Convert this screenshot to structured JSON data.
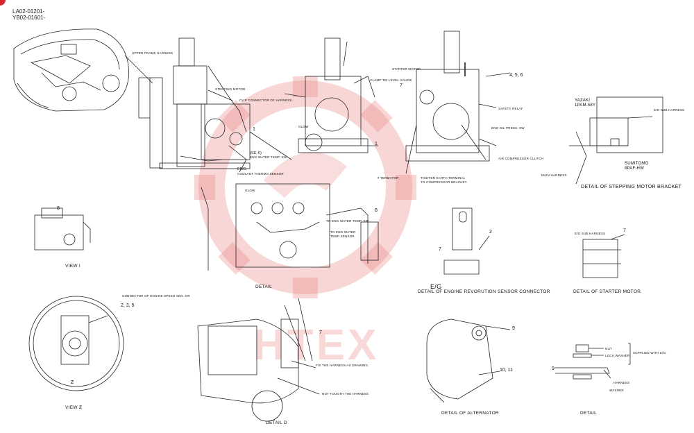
{
  "doc_codes": [
    "LA02-01201-",
    "YB02-01601-"
  ],
  "watermark": {
    "text": "HTEX",
    "color": "#e03a3a"
  },
  "labels": {
    "upper_frame_harness": "UPPER FRAME HARNESS",
    "stepping_motor": "STEPPING MOTOR",
    "clip_connector": "CLIP CONNECTOR OF HARNESS.",
    "glow_top": "GLOW",
    "se6": "(SE-6)",
    "eng_water_temp_sw": "ENG WATER TEMP. SW",
    "eng": "ENG.",
    "coolant_thermo_sensor": "COOLANT THERMO SENSOR",
    "starter_motor": "STARTER MOTOR",
    "clamp_level_gauge": "CLAMP 'RE LEVEL GAUGE",
    "safety_relay": "SAFETY RELAY",
    "eng_oil_press_sw": "ENG OIL PRESS. SW",
    "air_compressor_clutch": "AIR COMPRESSOR CLUTCH",
    "terminator": "# TERMATOR",
    "tighten_earth": "TIGHTEN EARTH TERMINAL\nTO COMPRESSOR BRACKET.",
    "yazaki": "YAZAKI\n1PAM-58Y",
    "eg_sub_harness_right": "E/G SUB HARNESS",
    "sumitomo": "SUMITOMO\n8PAF-HW",
    "main_harness": "MAIN HARNESS",
    "glow_detail": "GLOW",
    "to_eng_water_temp_sw": "TO ENG WATER TEMP. SW",
    "to_eng_water_temp_sensor": "TO ENG WATER\nTEMP SENSOR",
    "eg_sub_harness_starter": "E/G SUB HARNESS",
    "connector_engine_speed": "CONNECTOR OF ENGINE SPEED SEN. OR",
    "fix_harness": "FIX THE HARNESS AS DRAWING.",
    "not_touch": "NOT TOUGTH THE HARNESS",
    "nut": "NUT",
    "lock_washer": "LOCK WASHER",
    "supplied_with_eg": "SUPPLIED WITH E/G.",
    "harness": "HARNESS",
    "washer": "WASHER",
    "eg_caption": "E/G"
  },
  "captions": {
    "view_1": "VIEW I",
    "view_2": "VIEW Ƶ",
    "detail_center": "DETAIL",
    "detail_d": "DETAIL D",
    "detail_alternator": "DETAIL OF ALTERNATOR",
    "detail_bottom_right": "DETAIL",
    "detail_engine_sensor": "DETAIL OF ENGINE REVORUTION SENSOR CONNECTOR",
    "detail_starter": "DETAIL OF STARTER MOTOR",
    "detail_stepping": "DETAIL OF STEPPING MOTOR BRACKET"
  },
  "callouts": {
    "n1_left": "1",
    "n1_center": "1",
    "n7_top": "7",
    "n456": "4, 5, 6",
    "n8_view": "8",
    "n8_detail": "8",
    "n2_sensor": "2",
    "n7_sensor": "7",
    "n7_starter": "7",
    "n235": "2, 3, 5",
    "n7_detaild": "7",
    "n9_alt": "9",
    "n1011": "10, 11",
    "n9_bottom": "9",
    "n_v": "Ƶ"
  }
}
